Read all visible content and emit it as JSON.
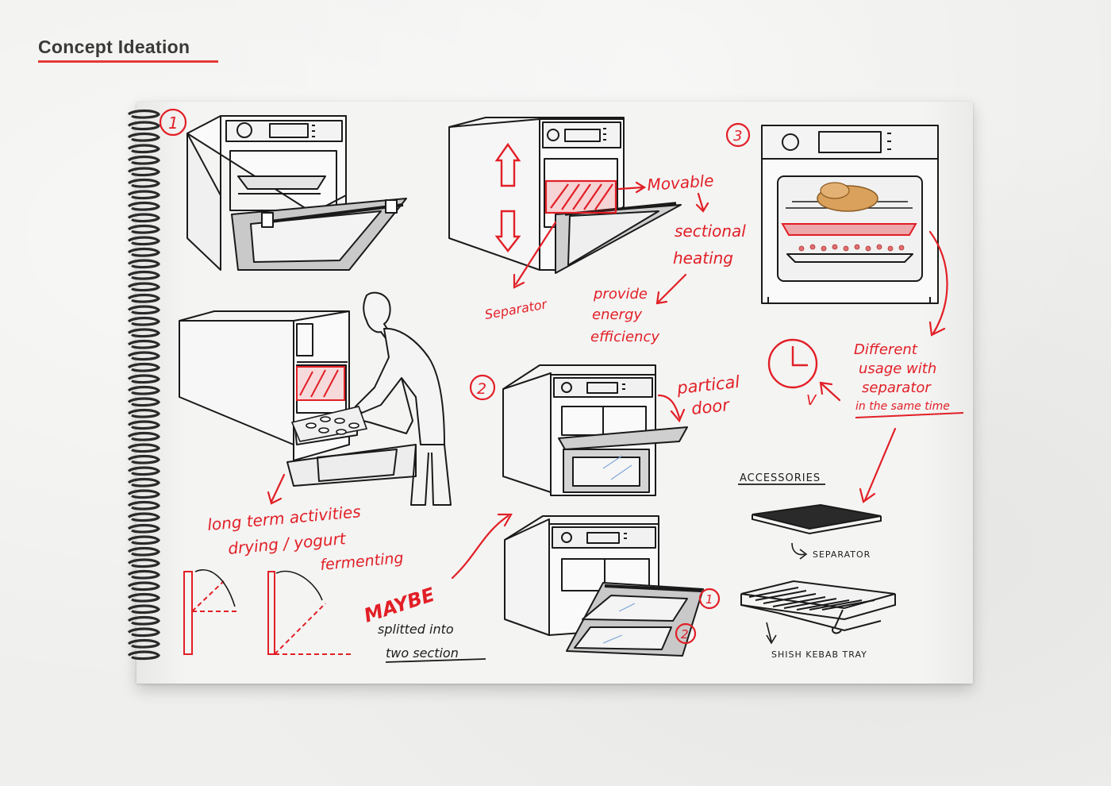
{
  "page": {
    "title": "Concept Ideation",
    "accent_color": "#e21f26",
    "ink_color": "#1d1d1d"
  },
  "annotations": {
    "concept_1": "1",
    "concept_2": "2",
    "concept_3": "3",
    "movable": "Movable",
    "sectional_1": "sectional",
    "sectional_2": "heating",
    "separator": "Separator",
    "provide_1": "provide",
    "provide_2": "energy",
    "provide_3": "efficiency",
    "different_1": "Different",
    "different_2": "usage with",
    "different_3": "separator",
    "different_4": "in the same time",
    "partial_1": "partical",
    "partial_2": "door",
    "long_term_1": "long term activities",
    "long_term_2": "drying / yogurt",
    "long_term_3": "fermenting",
    "maybe": "MAYBE",
    "splitted_1": "splitted into",
    "splitted_2": "two section",
    "door_part_1": "1",
    "door_part_2": "2",
    "check": "V"
  },
  "accessories": {
    "heading": "ACCESSORIES",
    "separator_label": "SEPARATOR",
    "shish_label": "SHISH KEBAB TRAY"
  }
}
